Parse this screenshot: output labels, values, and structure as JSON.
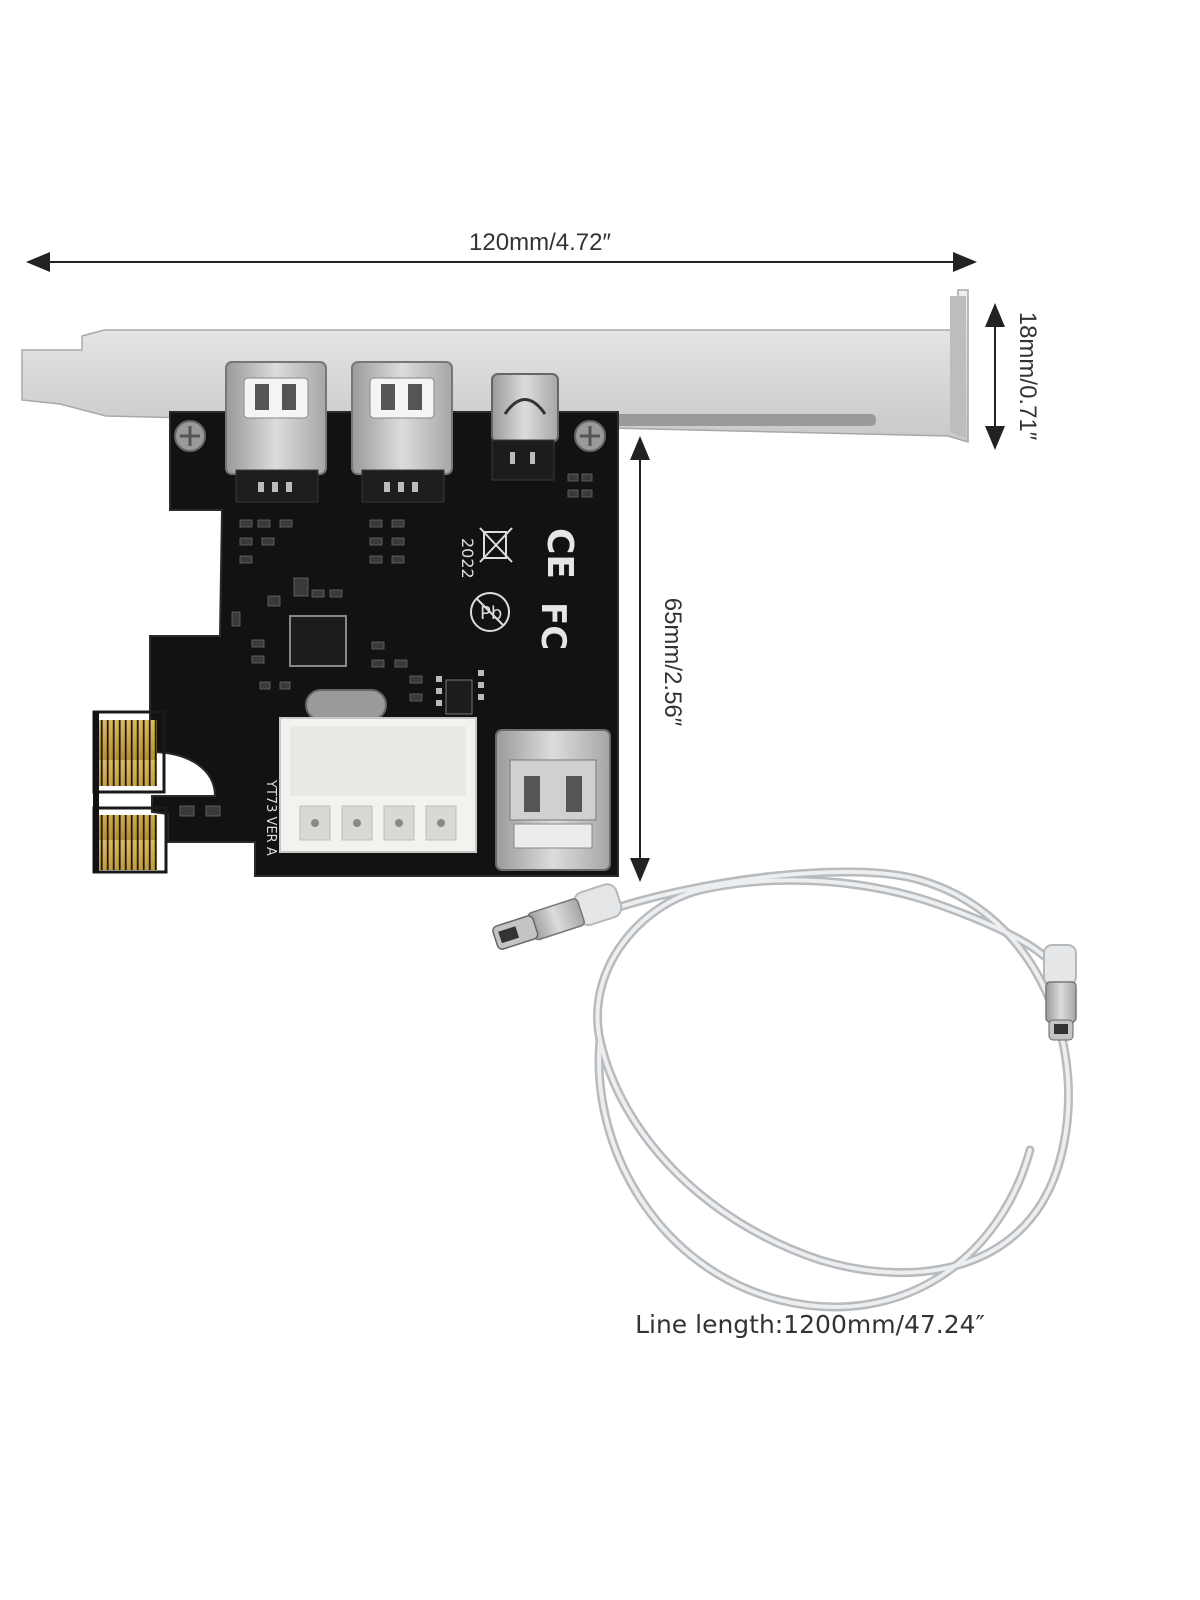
{
  "dimensions": {
    "width_label": "120mm/4.72″",
    "bracket_height_label": "18mm/0.71″",
    "card_height_label": "65mm/2.56″"
  },
  "caption": {
    "line_length": "Line length:1200mm/47.24″"
  },
  "pcb_markings": {
    "year": "2022",
    "version": "YT73  VER A",
    "ce_mark": "CE",
    "fc_mark": "FC",
    "pb_mark": "Pb"
  },
  "colors": {
    "pcb": "#111111",
    "bracket": "#d8d8d8",
    "gold_contacts": "#c9a040",
    "connector_white": "#f2f2ee",
    "port_metal": "#b8b8b8",
    "cable": "#d2d4d6",
    "dimension_line": "#222222"
  }
}
